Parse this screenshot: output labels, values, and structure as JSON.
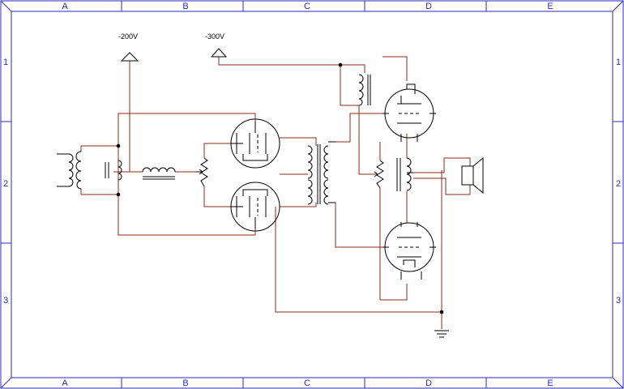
{
  "sheet": {
    "columns": [
      "A",
      "B",
      "C",
      "D",
      "E"
    ],
    "rows": [
      "1",
      "2",
      "3"
    ],
    "frame_color": "#2b2bb8",
    "wire_color": "#8b2a1a",
    "symbol_color": "#000000"
  },
  "nets": {
    "supply_left": "-200V",
    "supply_right": "-300V"
  },
  "components": [
    {
      "name": "input-transformer",
      "icon": "transformer-symbol"
    },
    {
      "name": "choke",
      "icon": "inductor-symbol"
    },
    {
      "name": "potentiometer-left",
      "icon": "potentiometer-symbol"
    },
    {
      "name": "triode-upper-left",
      "icon": "vacuum-tube-symbol"
    },
    {
      "name": "triode-lower-left",
      "icon": "vacuum-tube-symbol"
    },
    {
      "name": "interstage-transformer",
      "icon": "transformer-symbol"
    },
    {
      "name": "filament-transformer",
      "icon": "transformer-symbol"
    },
    {
      "name": "triode-upper-right",
      "icon": "vacuum-tube-symbol"
    },
    {
      "name": "triode-lower-right",
      "icon": "vacuum-tube-symbol"
    },
    {
      "name": "potentiometer-right",
      "icon": "potentiometer-symbol"
    },
    {
      "name": "output-transformer",
      "icon": "transformer-symbol"
    },
    {
      "name": "loudspeaker",
      "icon": "speaker-icon"
    },
    {
      "name": "ground",
      "icon": "ground-icon"
    }
  ]
}
